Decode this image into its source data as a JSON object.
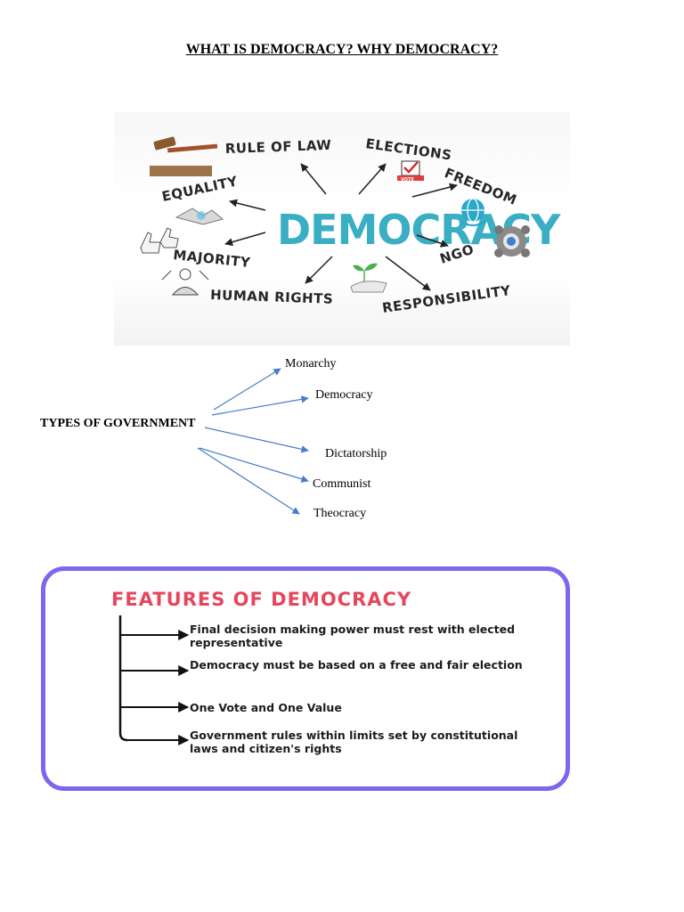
{
  "document": {
    "title": "WHAT IS DEMOCRACY? WHY DEMOCRACY?"
  },
  "mindmap": {
    "center": "DEMOCRACY",
    "branches": [
      "RULE OF LAW",
      "ELECTIONS",
      "FREEDOM",
      "EQUALITY",
      "MAJORITY",
      "NGO",
      "HUMAN RIGHTS",
      "RESPONSIBILITY"
    ],
    "icons": [
      "gavel-icon",
      "ballot-icon",
      "globe-icon",
      "handshake-icon",
      "thumbs-up-icon",
      "people-network-icon",
      "person-icon",
      "plant-in-hand-icon"
    ],
    "ballot_text": "VOTE",
    "colors": {
      "center": "#3aaec2",
      "words": "#262626"
    }
  },
  "government": {
    "label": "TYPES OF GOVERNMENT",
    "types": [
      "Monarchy",
      "Democracy",
      "Dictatorship",
      "Communist",
      "Theocracy"
    ],
    "arrow_color": "#4a7cc9"
  },
  "features": {
    "title": "FEATURES OF DEMOCRACY",
    "items": [
      "Final decision making power must rest with elected representative",
      "Democracy must be based on a free and fair election",
      "One Vote and One Value",
      "Government rules within limits set by constitutional laws and citizen's rights"
    ],
    "colors": {
      "title": "#e5475c",
      "border": "#7b68ee"
    }
  }
}
